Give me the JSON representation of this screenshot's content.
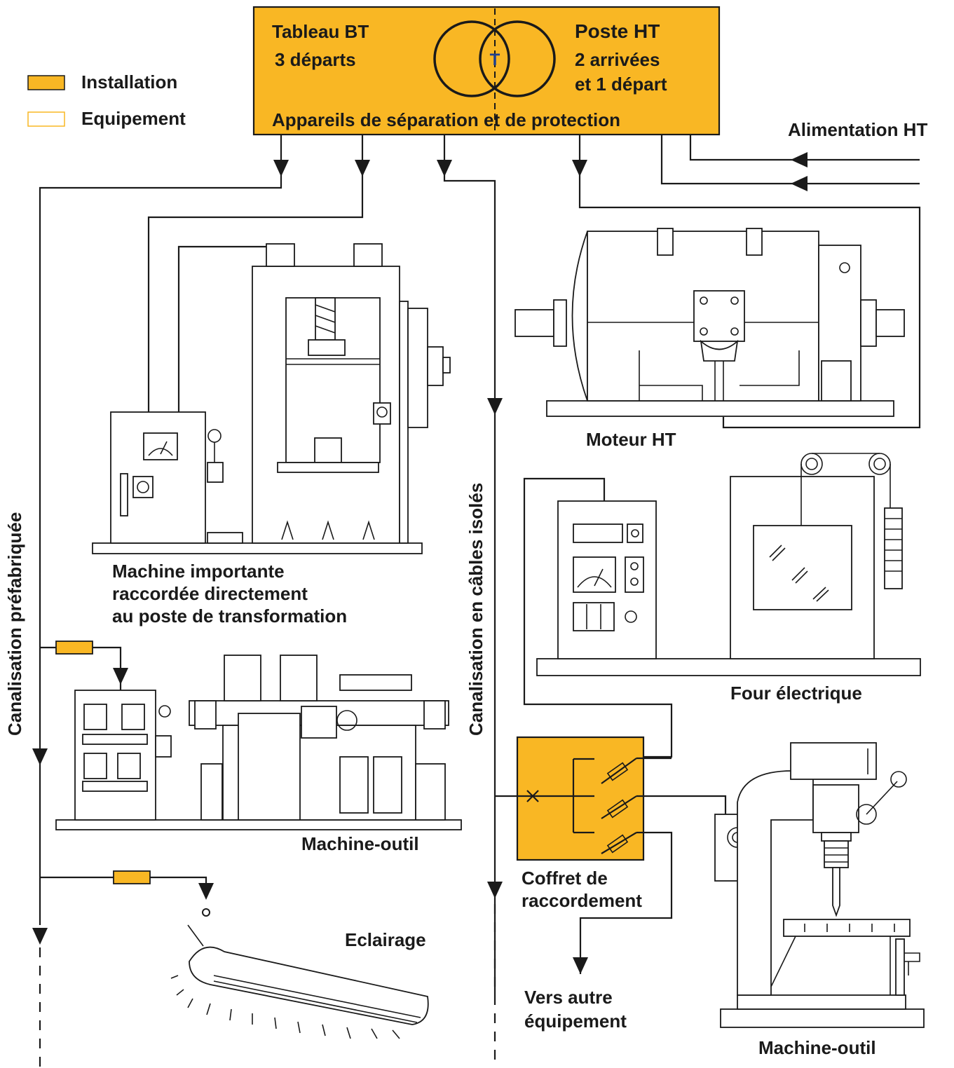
{
  "colors": {
    "installation": "#F9B724",
    "line": "#1a1a1a",
    "transformer_label": "#1d3f8f"
  },
  "legend": {
    "installation": "Installation",
    "equipement": "Equipement"
  },
  "station": {
    "tableau_title": "Tableau BT",
    "tableau_sub": "3 départs",
    "poste_title": "Poste HT",
    "poste_sub1": "2 arrivées",
    "poste_sub2": "et 1 départ",
    "transformer": "T",
    "bottom": "Appareils de séparation et de protection"
  },
  "alimentation": "Alimentation HT",
  "canalisation_prefab": "Canalisation préfabriquée",
  "canalisation_cables": "Canalisation en câbles isolés",
  "labels": {
    "machine_line1": "Machine importante",
    "machine_line2": "raccordée directement",
    "machine_line3": "au poste de transformation",
    "machine_outil_left": "Machine-outil",
    "eclairage": "Eclairage",
    "moteur": "Moteur HT",
    "four": "Four électrique",
    "coffret1": "Coffret de",
    "coffret2": "raccordement",
    "vers1": "Vers autre",
    "vers2": "équipement",
    "machine_outil_right": "Machine-outil"
  },
  "icons": [
    "transformer-icon",
    "fuse-icon",
    "switch-icon",
    "meter-icon",
    "lamp-icon",
    "arrow-icon"
  ]
}
